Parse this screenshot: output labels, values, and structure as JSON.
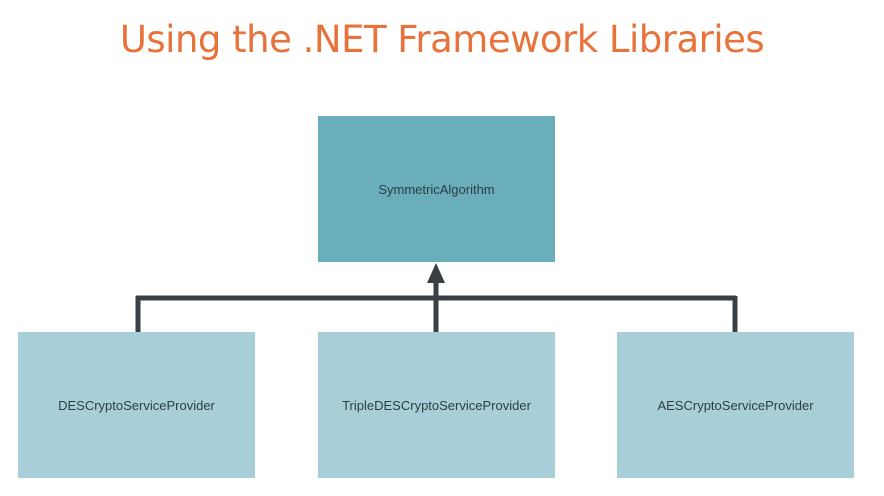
{
  "title": "Using the .NET Framework Libraries",
  "colors": {
    "title": "#e8733a",
    "parent_fill": "#6aaebc",
    "child_fill": "#a8cfd8",
    "connector": "#3a3f45",
    "text": "#2c3e44"
  },
  "diagram": {
    "parent": {
      "label": "SymmetricAlgorithm"
    },
    "children": [
      {
        "label": "DESCryptoServiceProvider"
      },
      {
        "label": "TripleDESCryptoServiceProvider"
      },
      {
        "label": "AESCryptoServiceProvider"
      }
    ]
  }
}
